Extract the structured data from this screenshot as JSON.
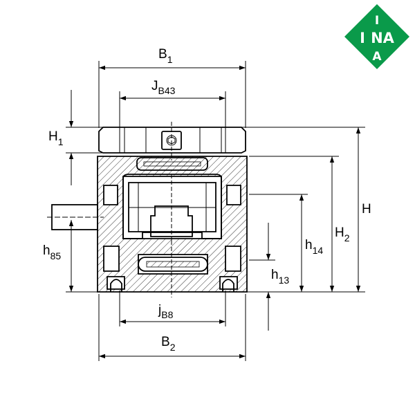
{
  "logo": {
    "letter_top": "I",
    "letters_middle": "NA",
    "letter_bottom": "A",
    "color": "#0a9a4a"
  },
  "dimensions": {
    "b1": {
      "main": "B",
      "sub": "1"
    },
    "jb43": {
      "main": "J",
      "sub": "B43"
    },
    "h1": {
      "main": "H",
      "sub": "1"
    },
    "h85": {
      "main": "h",
      "sub": "85"
    },
    "h14": {
      "main": "h",
      "sub": "14"
    },
    "h2": {
      "main": "H",
      "sub": "2"
    },
    "h": {
      "main": "H"
    },
    "h13": {
      "main": "h",
      "sub": "13"
    },
    "jb8": {
      "main": "j",
      "sub": "B8"
    },
    "b2": {
      "main": "B",
      "sub": "2"
    }
  },
  "colors": {
    "line": "#000000",
    "hatch": "#000000",
    "background": "#ffffff"
  }
}
